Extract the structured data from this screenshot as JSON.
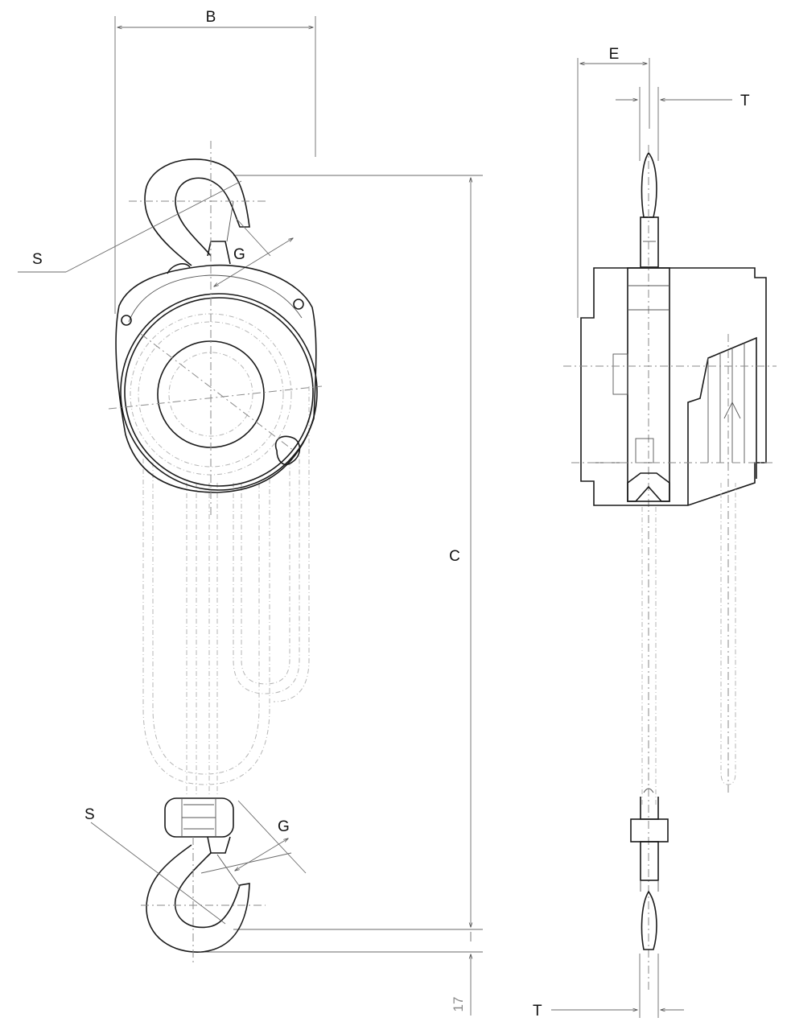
{
  "labels": {
    "B": "B",
    "C": "C",
    "E": "E",
    "T_top": "T",
    "T_bottom": "T",
    "S_upper": "S",
    "S_lower": "S",
    "G_upper": "G",
    "G_lower": "G",
    "dim_17": "17"
  }
}
